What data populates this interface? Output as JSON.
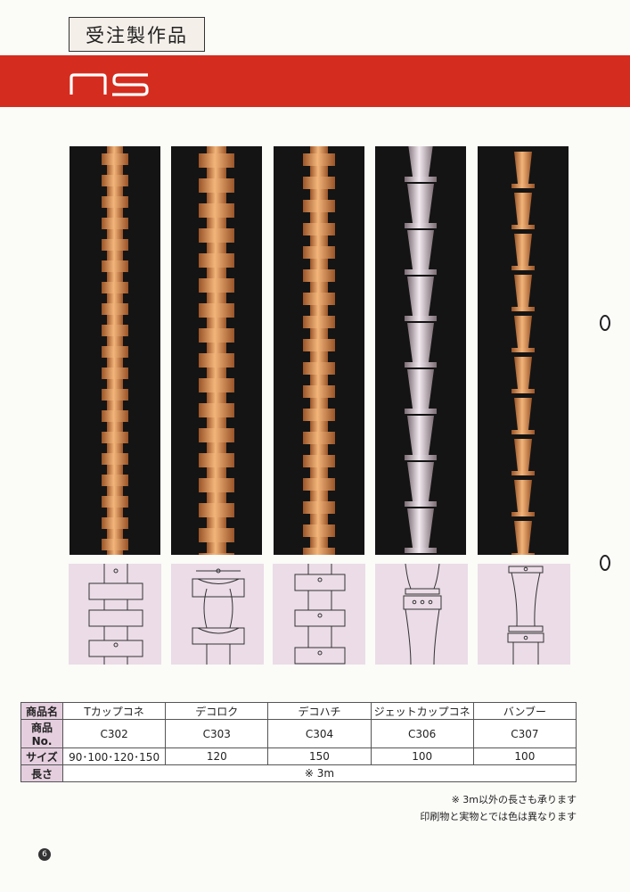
{
  "header": {
    "title": "受注製作品",
    "brand": "NS"
  },
  "colors": {
    "band": "#d42c1f",
    "copper": "#d88a45",
    "silver": "#b7a8ad",
    "diagram_bg": "#ebdce7",
    "table_head": "#e5cfdf"
  },
  "table": {
    "rows": [
      {
        "label": "商品名",
        "cells": [
          "Tカップコネ",
          "デコロク",
          "デコハチ",
          "ジェットカップコネ",
          "バンブー"
        ]
      },
      {
        "label": "商品No.",
        "cells": [
          "C302",
          "C303",
          "C304",
          "C306",
          "C307"
        ]
      },
      {
        "label": "サイズ",
        "cells": [
          "90･100･120･150",
          "120",
          "150",
          "100",
          "100"
        ]
      },
      {
        "label": "長さ",
        "span_value": "※  3m"
      }
    ]
  },
  "notes": [
    "※ 3m以外の長さも承ります",
    "印刷物と実物とでは色は異なります"
  ],
  "page_number": "6"
}
